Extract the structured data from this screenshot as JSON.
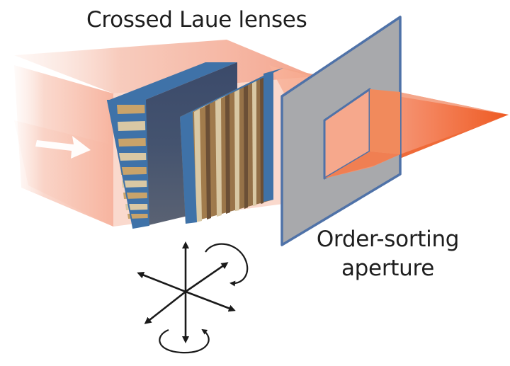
{
  "labels": {
    "title": "Crossed Laue lenses",
    "aperture_line1": "Order-sorting",
    "aperture_line2": "aperture"
  },
  "colors": {
    "beam": "#f48a74",
    "focus_cone": "#f0662f",
    "lens_edge": "#3f72a8",
    "lens_gold": "#c9a36a",
    "lens_light": "#d9c8a4",
    "lens_dark": "#2f3c58",
    "aperture_plate": "#a7a8ab",
    "aperture_edge": "#4f72a8",
    "axes": "#1a1a1a",
    "arrow": "#ffffff"
  },
  "icons": {
    "beam_direction": "right-arrow-icon",
    "motion_axes": "six-direction-axes-icon",
    "rotation": "curved-rotation-arrow-icon"
  }
}
